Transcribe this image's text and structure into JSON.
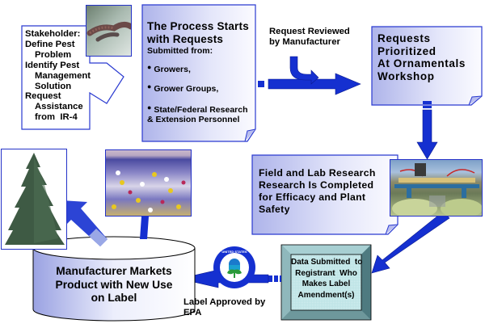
{
  "diagram": {
    "title": "IR-4 Ornamentals Pest Management Request Process",
    "colors": {
      "arrow": "#1530d0",
      "border": "#2a3ad0",
      "doc_fill_left": "#b4b9ec",
      "doc_fill_right": "#fafaff",
      "registrant_fill": "#bfe4e6",
      "registrant_bevel": "#6f9a9e"
    },
    "nodes": {
      "stakeholder": {
        "lines": [
          "Stakeholder:",
          "Define Pest",
          "Problem",
          "Identify Pest",
          "Management",
          "Solution",
          "Request",
          "Assistance",
          "from  IR-4"
        ],
        "image": "caterpillar-photo"
      },
      "process_starts": {
        "title": "The Process Starts with Requests",
        "subtitle": "Submitted from:",
        "bullets": [
          "Growers,",
          "Grower Groups,",
          "State/Federal Research & Extension Personnel"
        ]
      },
      "review": {
        "label_line1": "Request Reviewed",
        "label_line2": "by Manufacturer"
      },
      "prioritized": {
        "lines": [
          "Requests",
          "Prioritized",
          "At Ornamentals",
          "Workshop"
        ]
      },
      "field_research": {
        "lines": [
          "Field and Lab Research",
          "Research Is Completed",
          "for Efficacy and Plant",
          "Safety"
        ],
        "image": "sprayer-tractor-photo"
      },
      "registrant": {
        "lines": [
          "Data Submitted  to",
          "Registrant  Who",
          "Makes Label",
          "Amendment(s)"
        ]
      },
      "epa": {
        "label_line1": "Label Approved by",
        "label_line2": "EPA",
        "seal_text": "UNITED STATES ENVIRONMENTAL PROTECTION AGENCY"
      },
      "manufacturer": {
        "lines": [
          "Manufacturer Markets",
          "Product with New Use",
          "on Label"
        ],
        "images": [
          "christmas-tree-photo",
          "pansy-flowerbed-photo"
        ]
      }
    }
  }
}
